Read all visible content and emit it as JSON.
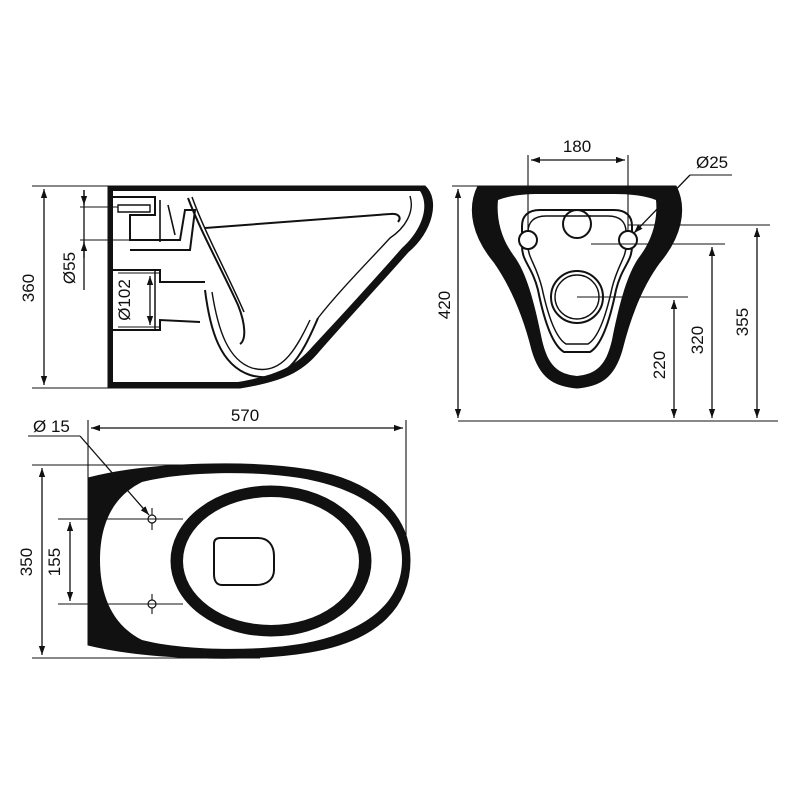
{
  "side_view": {
    "height": "360",
    "outlet_diameter": "Ø102",
    "inlet_diameter": "Ø55"
  },
  "rear_view": {
    "height": "420",
    "bolt_spacing": "180",
    "bolt_diameter": "Ø25",
    "outlet_height": "220",
    "inlet_height": "320",
    "bolt_height": "355"
  },
  "top_view": {
    "length": "570",
    "width": "350",
    "hole_spacing": "155",
    "hole_diameter": "Ø 15"
  }
}
